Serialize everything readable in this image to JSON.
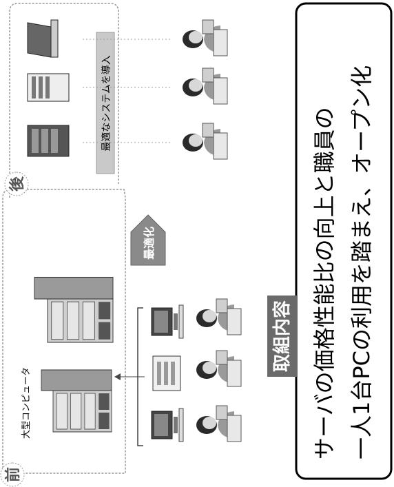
{
  "before_panel": {
    "marker": "前",
    "mainframe_label": "大型コンピュータ"
  },
  "optimize_label": "最適化",
  "after_panel": {
    "marker": "後",
    "banner": "最適なシステムを導入"
  },
  "content_box": {
    "tag": "取組内容",
    "line1": "サーバの価格性能比の向上と職員の",
    "line2": "一人1台PCの利用を踏まえ、オープン化"
  },
  "colors": {
    "banner_bg": "#c9c9c9",
    "tag_bg": "#6a6a6a",
    "arrow_fill": "#8a8a8a"
  }
}
